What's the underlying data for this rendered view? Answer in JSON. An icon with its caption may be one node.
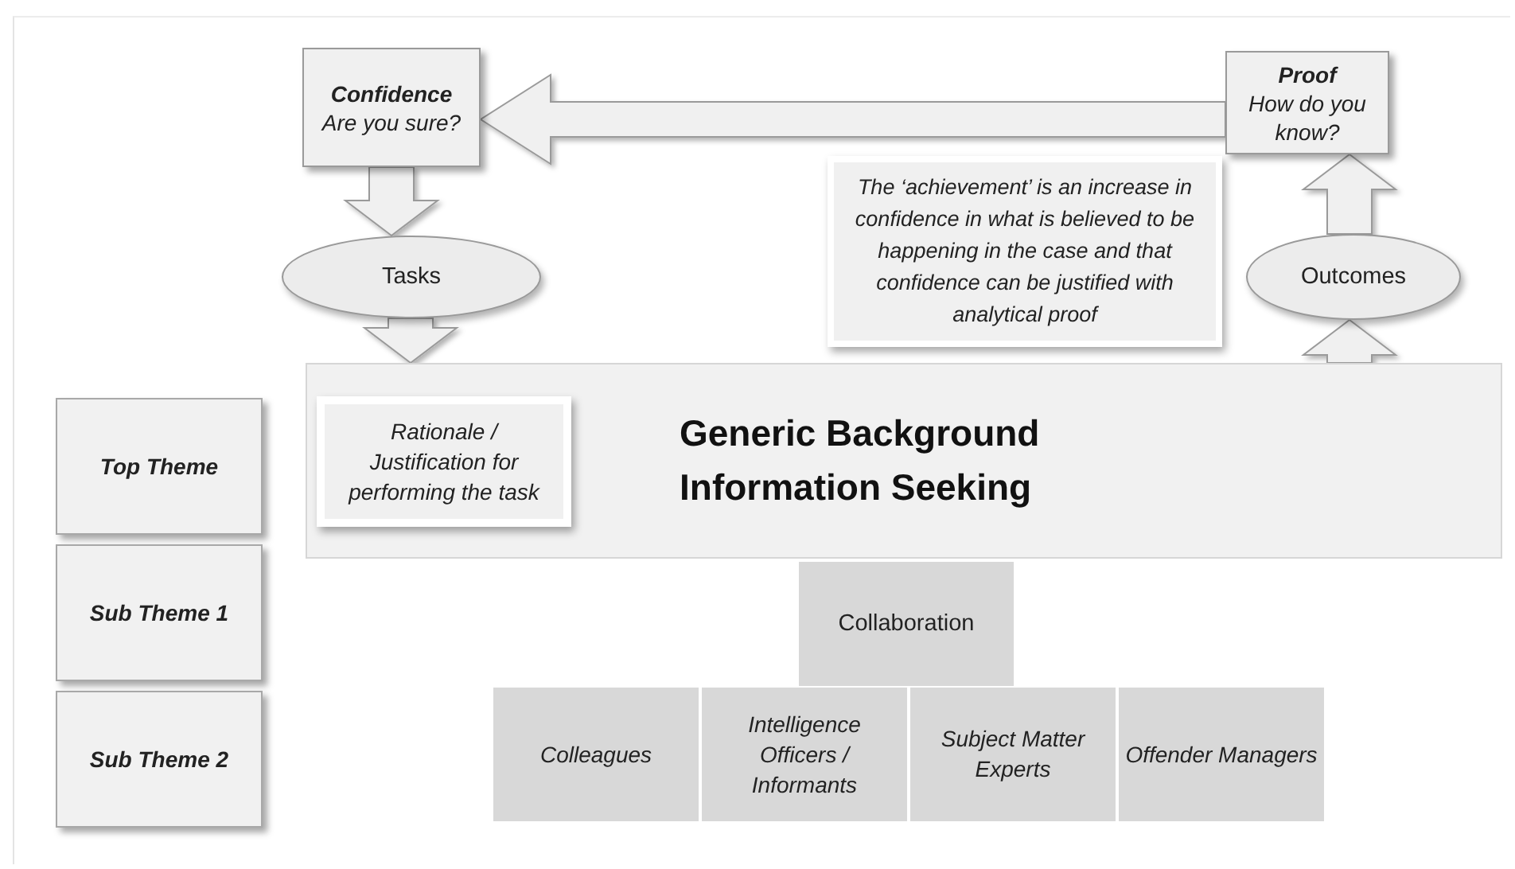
{
  "diagram": {
    "nodes": [
      {
        "text": [
          "Confidence",
          "Are you sure?"
        ]
      },
      {
        "text": [
          "Proof",
          "How do you know?"
        ]
      },
      {
        "text": [
          "The ‘achievement’ is an increase in confidence in what is believed to be happening in the case and that confidence can be justified with analytical proof"
        ]
      },
      {
        "text": [
          "Tasks"
        ]
      },
      {
        "text": [
          "Outcomes"
        ]
      },
      {
        "text": [
          "Generic Background Information Seeking"
        ]
      },
      {
        "text": [
          "Rationale / Justification for performing the task"
        ],
        "in": 5
      },
      {
        "text": [
          "Top Theme"
        ]
      },
      {
        "text": [
          "Sub Theme 1"
        ]
      },
      {
        "text": [
          "Sub Theme 2"
        ]
      },
      {
        "text": [
          "Collaboration"
        ]
      },
      {
        "text": [
          "Colleagues"
        ]
      },
      {
        "text": [
          "Intelligence Officers / Informants"
        ]
      },
      {
        "text": [
          "Subject Matter Experts"
        ]
      },
      {
        "text": [
          "Offender Managers"
        ]
      }
    ],
    "edges": [
      {
        "from": 1,
        "to": 0,
        "arrow": "to"
      },
      {
        "from": 0,
        "to": 3,
        "arrow": "to"
      },
      {
        "from": 3,
        "to": 5,
        "arrow": "to"
      },
      {
        "from": 5,
        "to": 4,
        "arrow": "to"
      },
      {
        "from": 4,
        "to": 1,
        "arrow": "to"
      }
    ]
  }
}
